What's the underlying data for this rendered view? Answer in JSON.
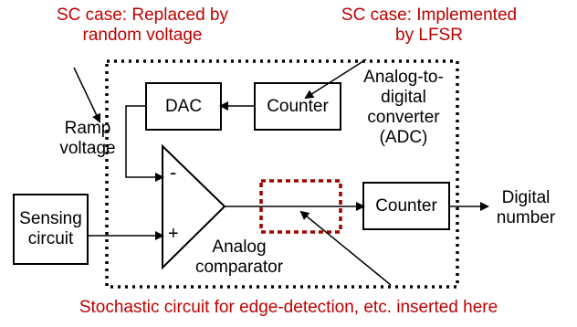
{
  "annotations": {
    "sc_replaced": [
      "SC case: Replaced by",
      "random voltage"
    ],
    "sc_implemented": [
      "SC case: Implemented",
      "by LFSR"
    ],
    "stochastic_note": "Stochastic circuit for edge-detection, etc. inserted here"
  },
  "blocks": {
    "dac": "DAC",
    "counter_top": "Counter",
    "counter_right": "Counter",
    "sensing": [
      "Sensing",
      "circuit"
    ]
  },
  "labels": {
    "ramp": [
      "Ramp",
      "voltage"
    ],
    "adc": [
      "Analog-to-",
      "digital",
      "converter",
      "(ADC)"
    ],
    "minus": "-",
    "plus": "+",
    "comparator": [
      "Analog",
      "comparator"
    ],
    "digital": [
      "Digital",
      "number"
    ]
  },
  "colors": {
    "annotation": "#c00000",
    "stochastic_box": "#a00000",
    "line": "#000000"
  }
}
